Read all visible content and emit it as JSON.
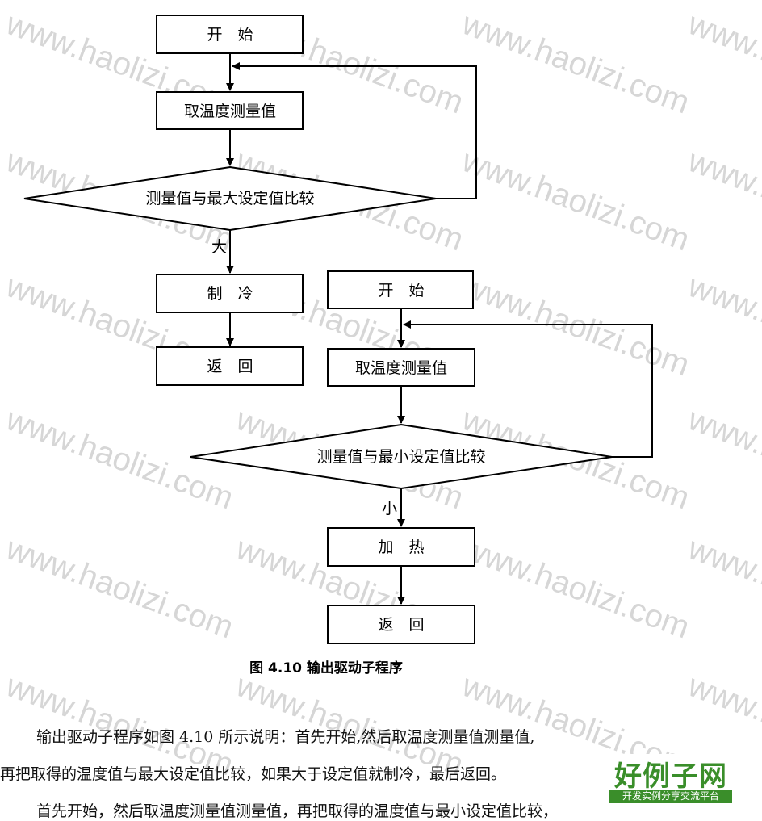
{
  "watermark": "www.haolizi.com",
  "flowchart_cooling": {
    "start": "开　始",
    "read_temp": "取温度测量值",
    "compare_max": "测量值与最大设定值比较",
    "branch_label": "大",
    "cool": "制　冷",
    "return": "返　回"
  },
  "flowchart_heating": {
    "start": "开　始",
    "read_temp": "取温度测量值",
    "compare_min": "测量值与最小设定值比较",
    "branch_label": "小",
    "heat": "加　热",
    "return": "返　回"
  },
  "caption": "图 4.10 输出驱动子程序",
  "body_text": [
    "输出驱动子程序如图 4.10 所示说明：首先开始,然后取温度测量值测量值,",
    "再把取得的温度值与最大设定值比较，如果大于设定值就制冷，最后返回。",
    "首先开始，然后取温度测量值测量值，再把取得的温度值与最小设定值比较，"
  ],
  "logo": {
    "main": "好例子网",
    "sub": "开发实例分享交流平台"
  },
  "colors": {
    "line": "#000000",
    "watermark": "#d6d6d6",
    "logo_green": "#3a8e2a"
  }
}
